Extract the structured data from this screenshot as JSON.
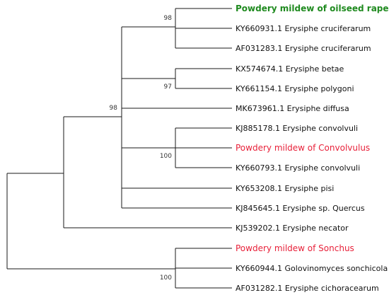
{
  "tree": {
    "colors": {
      "green_highlight": "#1f8a1f",
      "red_highlight": "#e8213a",
      "branch": "#1a1a1a"
    },
    "leaves": [
      {
        "label": "Powdery mildew of oilseed rape",
        "highlight": "green"
      },
      {
        "label": "KY660931.1 Erysiphe cruciferarum",
        "highlight": "none"
      },
      {
        "label": "AF031283.1 Erysiphe cruciferarum",
        "highlight": "none"
      },
      {
        "label": "KX574674.1 Erysiphe betae",
        "highlight": "none"
      },
      {
        "label": "KY661154.1 Erysiphe polygoni",
        "highlight": "none"
      },
      {
        "label": "MK673961.1 Erysiphe diffusa",
        "highlight": "none"
      },
      {
        "label": "KJ885178.1  Erysiphe convolvuli",
        "highlight": "none"
      },
      {
        "label": "Powdery mildew of Convolvulus",
        "highlight": "red"
      },
      {
        "label": "KY660793.1 Erysiphe convolvuli",
        "highlight": "none"
      },
      {
        "label": "KY653208.1 Erysiphe pisi",
        "highlight": "none"
      },
      {
        "label": "KJ845645.1  Erysiphe sp. Quercus",
        "highlight": "none"
      },
      {
        "label": "KJ539202.1 Erysiphe necator",
        "highlight": "none"
      },
      {
        "label": "Powdery mildew of Sonchus",
        "highlight": "red"
      },
      {
        "label": "KY660944.1 Golovinomyces sonchicola",
        "highlight": "none"
      },
      {
        "label": "AF031282.1 Erysiphe cichoracearum",
        "highlight": "none"
      }
    ],
    "support_values": [
      "98",
      "97",
      "98",
      "100",
      "100"
    ]
  }
}
